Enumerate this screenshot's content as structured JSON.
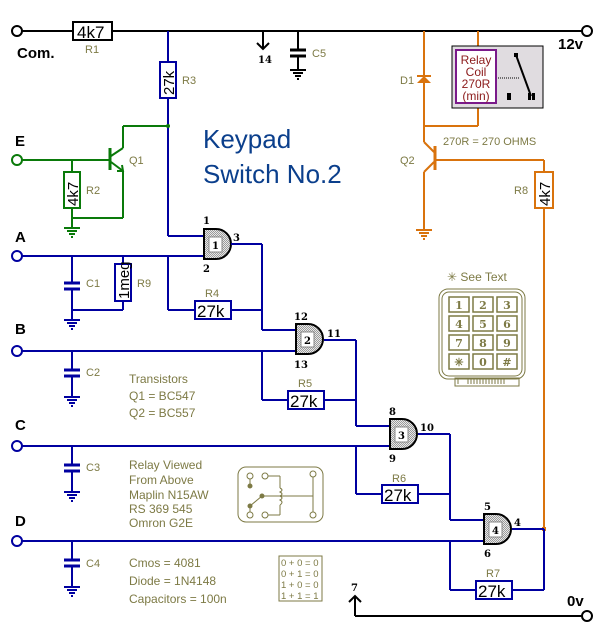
{
  "title": {
    "line1": "Keypad",
    "line2": "Switch No.2"
  },
  "colors": {
    "supply": "#000000",
    "input_wire": "#0000a0",
    "transistor_q1": "#0a7a0a",
    "relay_driver": "#d9730d",
    "annotation": "#7d7a45",
    "relay_coil_border": "#7a1a8a",
    "relay_coil_text": "#8b1a1a",
    "relay_bg": "#e0dce0",
    "title": "#0b3f8c"
  },
  "terminals": {
    "com": "Com.",
    "v12": "12v",
    "v0": "0v",
    "e": "E",
    "a": "A",
    "b": "B",
    "c": "C",
    "d": "D"
  },
  "supply_pins": {
    "vdd": "14",
    "vss": "7"
  },
  "resistors": [
    {
      "ref": "R1",
      "value": "4k7"
    },
    {
      "ref": "R2",
      "value": "4k7"
    },
    {
      "ref": "R3",
      "value": "27k"
    },
    {
      "ref": "R4",
      "value": "27k"
    },
    {
      "ref": "R5",
      "value": "27k"
    },
    {
      "ref": "R6",
      "value": "27k"
    },
    {
      "ref": "R7",
      "value": "27k"
    },
    {
      "ref": "R8",
      "value": "4k7"
    },
    {
      "ref": "R9",
      "value": "1meg"
    }
  ],
  "capacitors": [
    "C1",
    "C2",
    "C3",
    "C4",
    "C5"
  ],
  "diode": "D1",
  "transistors": [
    "Q1",
    "Q2"
  ],
  "gates": [
    {
      "id": "1",
      "in1": "1",
      "in2": "2",
      "out": "3"
    },
    {
      "id": "2",
      "in1": "12",
      "in2": "13",
      "out": "11"
    },
    {
      "id": "3",
      "in1": "8",
      "in2": "9",
      "out": "10"
    },
    {
      "id": "4",
      "in1": "5",
      "in2": "6",
      "out": "4"
    }
  ],
  "relay": {
    "line1": "Relay",
    "line2": "Coil",
    "line3": "270R",
    "line4": "(min)"
  },
  "ohms_note": "270R = 270 OHMS",
  "keypad": {
    "caption": "✳ See Text",
    "keys": [
      "1",
      "2",
      "3",
      "4",
      "5",
      "6",
      "7",
      "8",
      "9",
      "✳",
      "0",
      "#"
    ]
  },
  "notes": {
    "transistors": [
      "Transistors",
      "Q1  =  BC547",
      "Q2  =  BC557"
    ],
    "relay_view": [
      "Relay  Viewed",
      "From    Above",
      "Maplin N15AW",
      "RS    369 545",
      "Omron      G2E"
    ],
    "parts": [
      "Cmos     =     4081",
      "Diode  =  1N4148",
      "Capacitors = 100n"
    ]
  },
  "truth_table": [
    "0 + 0 = 0",
    "0 + 1 = 0",
    "1 + 0 = 0",
    "1 + 1 = 1"
  ]
}
